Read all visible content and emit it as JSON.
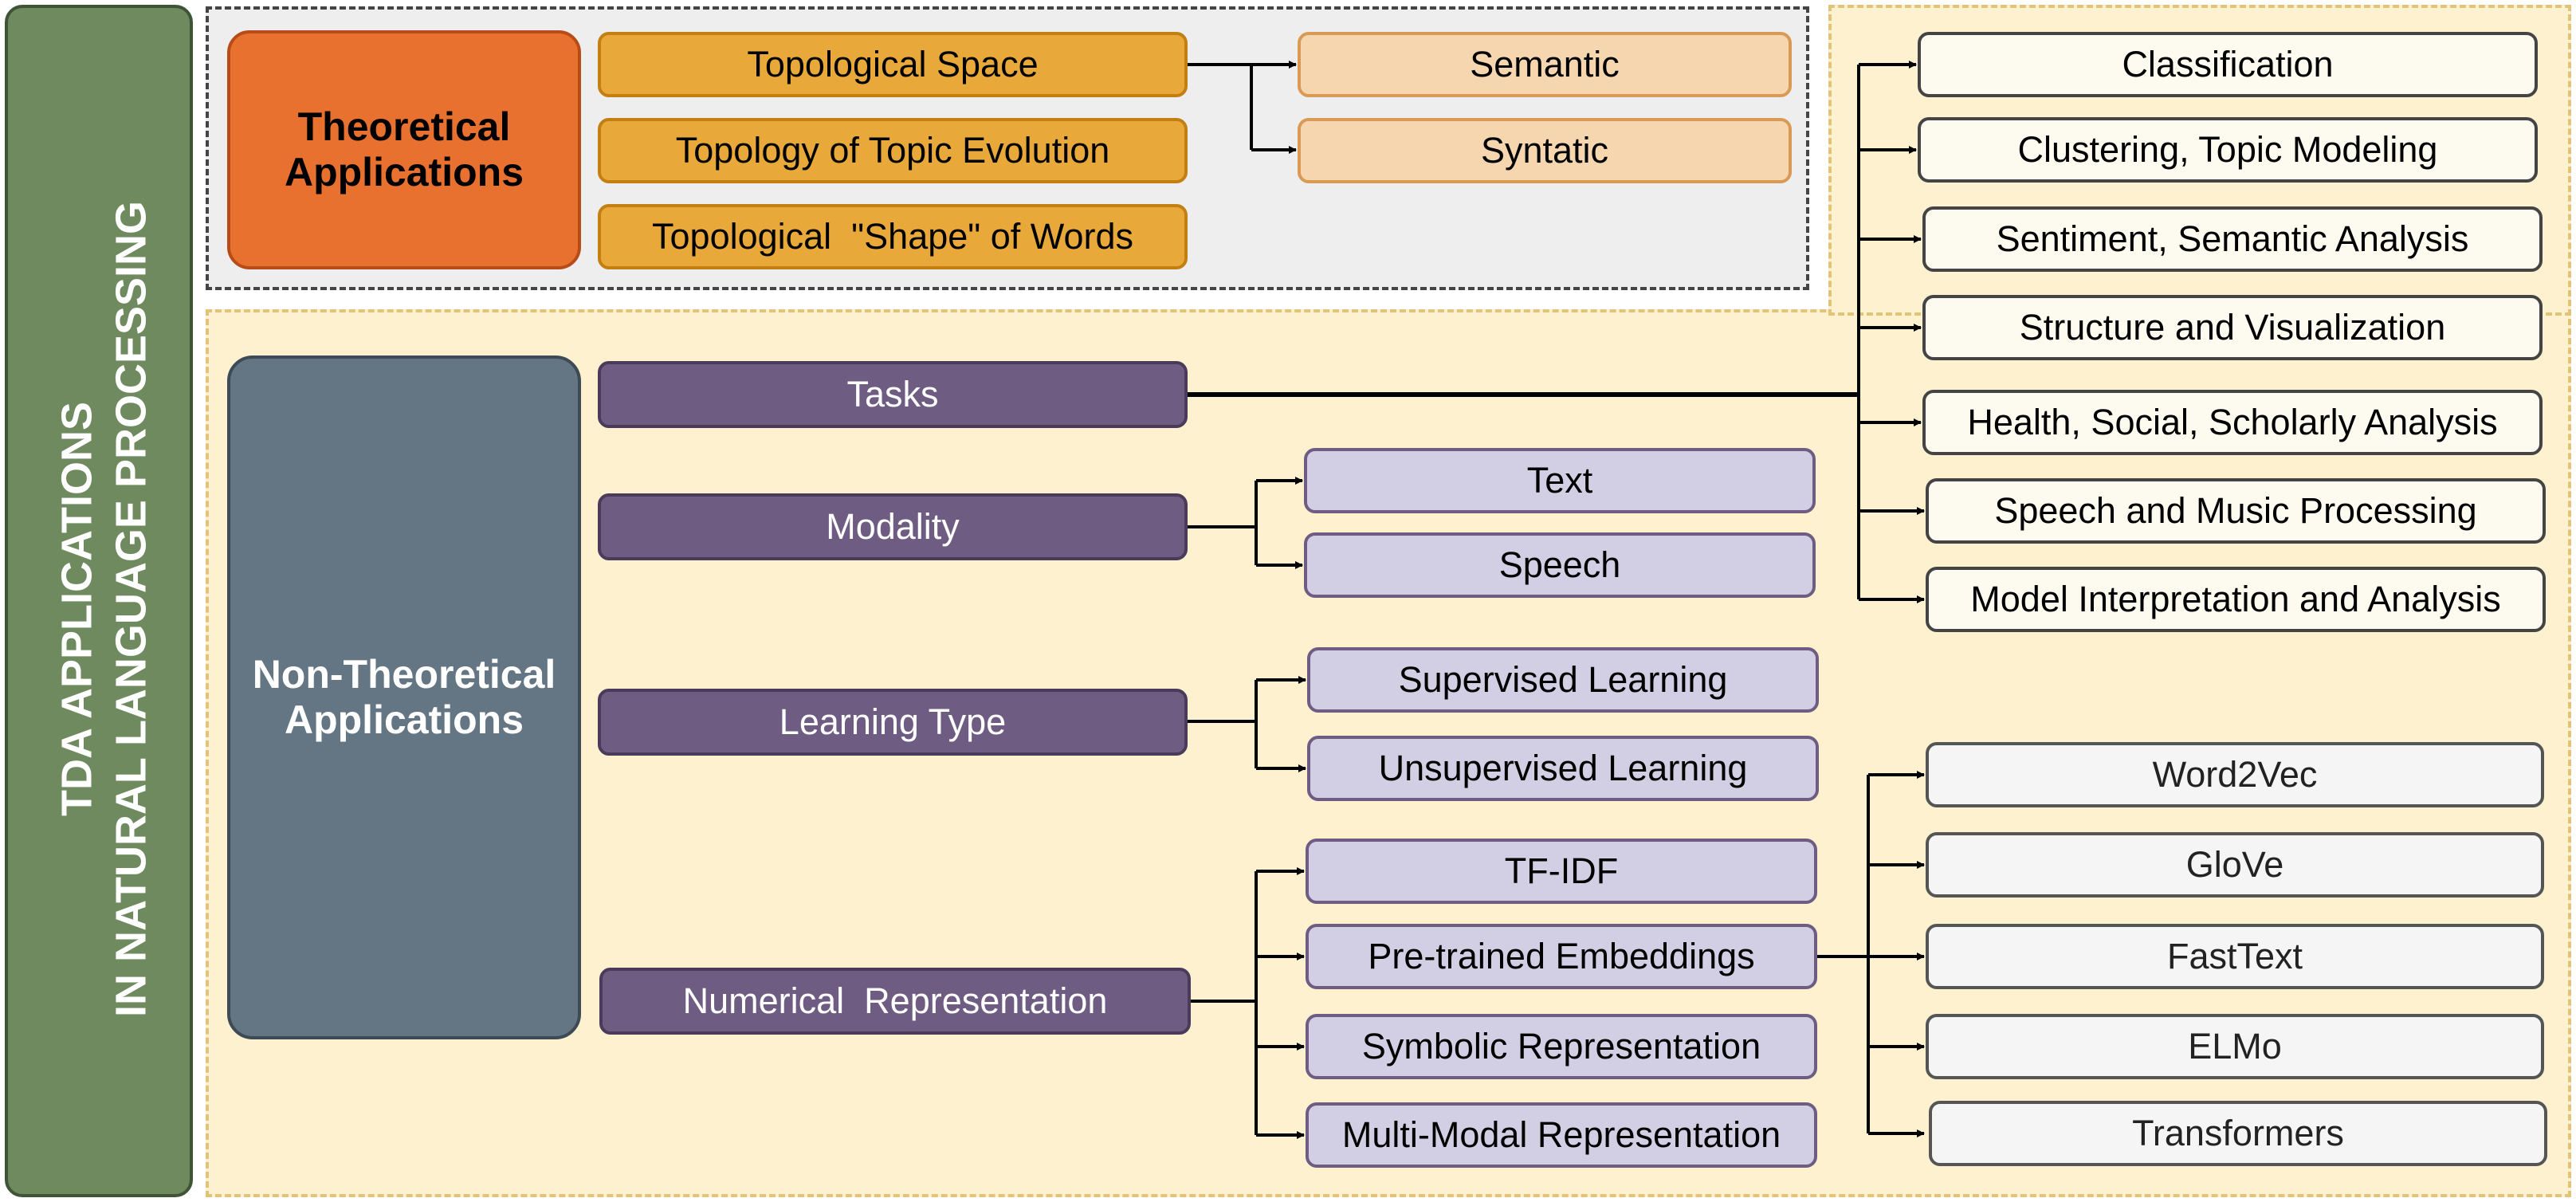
{
  "sidebar": {
    "line1": "TDA APPLICATIONS",
    "line2": "IN NATURAL LANGUAGE PROCESSING"
  },
  "theoretical": {
    "title": "Theoretical Applications",
    "items": [
      "Topological Space",
      "Topology of Topic Evolution",
      "Topological  \"Shape\" of Words"
    ],
    "space_children": [
      "Semantic",
      "Syntatic"
    ]
  },
  "non_theoretical": {
    "title": "Non-Theoretical Applications",
    "categories": {
      "tasks": "Tasks",
      "modality": "Modality",
      "learning_type": "Learning Type",
      "numerical_representation": "Numerical  Representation"
    },
    "tasks": [
      "Classification",
      "Clustering, Topic Modeling",
      "Sentiment, Semantic Analysis",
      "Structure and Visualization",
      "Health, Social, Scholarly Analysis",
      "Speech and Music Processing",
      "Model Interpretation and Analysis"
    ],
    "modality": [
      "Text",
      "Speech"
    ],
    "learning_type": [
      "Supervised Learning",
      "Unsupervised Learning"
    ],
    "numerical_representation": [
      "TF-IDF",
      "Pre-trained Embeddings",
      "Symbolic Representation",
      "Multi-Modal Representation"
    ],
    "embeddings": [
      "Word2Vec",
      "GloVe",
      "FastText",
      "ELMo",
      "Transformers"
    ]
  },
  "colors": {
    "sidebar": "#6e8a5e",
    "theoretical": "#e8712f",
    "theoretical_item": "#e8a93a",
    "non_theoretical": "#647584",
    "category": "#6e5c82",
    "subcategory": "#d2cfe4",
    "region_fill": "#fdf1d0"
  }
}
